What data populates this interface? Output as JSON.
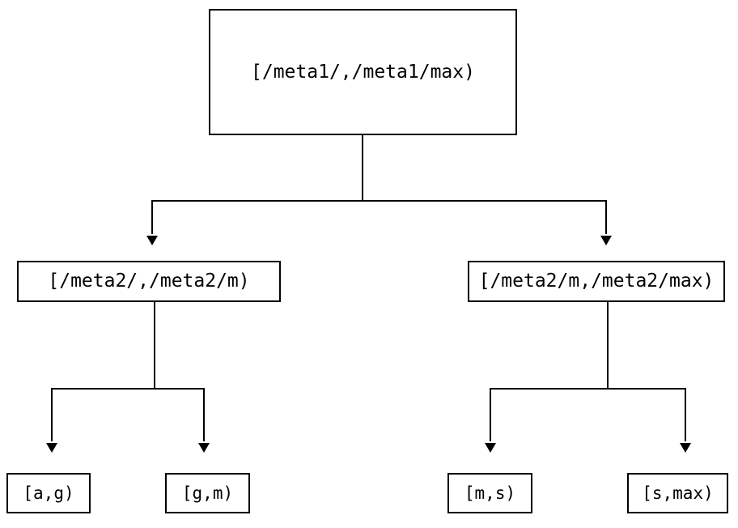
{
  "diagram": {
    "type": "tree-diagram",
    "title": "",
    "colors": {
      "background": "#ffffff",
      "stroke": "#000000",
      "text": "#000000"
    },
    "nodes": {
      "root": {
        "label": "[/meta1/,/meta1/max)"
      },
      "mid_left": {
        "label": "[/meta2/,/meta2/m)"
      },
      "mid_right": {
        "label": "[/meta2/m,/meta2/max)"
      },
      "leaf_1": {
        "label": "[a,g)"
      },
      "leaf_2": {
        "label": "[g,m)"
      },
      "leaf_3": {
        "label": "[m,s)"
      },
      "leaf_4": {
        "label": "[s,max)"
      }
    },
    "edges": [
      {
        "from": "root",
        "to": "mid_left",
        "arrow": "down"
      },
      {
        "from": "root",
        "to": "mid_right",
        "arrow": "down"
      },
      {
        "from": "mid_left",
        "to": "leaf_1",
        "arrow": "down"
      },
      {
        "from": "mid_left",
        "to": "leaf_2",
        "arrow": "down"
      },
      {
        "from": "mid_right",
        "to": "leaf_3",
        "arrow": "down"
      },
      {
        "from": "mid_right",
        "to": "leaf_4",
        "arrow": "down"
      }
    ]
  }
}
